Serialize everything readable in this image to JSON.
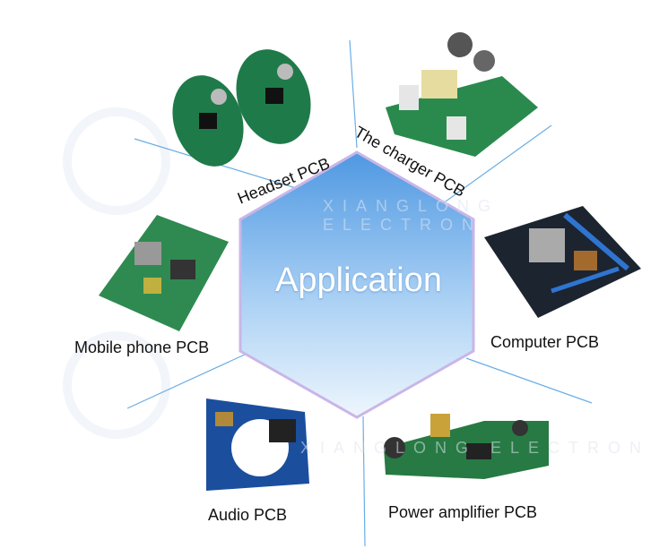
{
  "center": {
    "title": "Application"
  },
  "items": [
    {
      "id": "headset",
      "label": "Headset PCB"
    },
    {
      "id": "charger",
      "label": "The charger PCB"
    },
    {
      "id": "computer",
      "label": "Computer PCB"
    },
    {
      "id": "amplifier",
      "label": "Power amplifier PCB"
    },
    {
      "id": "audio",
      "label": "Audio PCB"
    },
    {
      "id": "mobile",
      "label": "Mobile phone PCB"
    }
  ],
  "watermark": {
    "text1": "XIANGLONG ELECTRON",
    "text2": "XIANGLONG ELECTRON"
  },
  "colors": {
    "hex_top": "#5aa3e6",
    "hex_bottom": "#e3f0fc",
    "hex_border": "#c9b6e8",
    "line": "#6aaee6",
    "pcb_green": "#1f7a4a",
    "pcb_blue": "#2a66b8"
  }
}
